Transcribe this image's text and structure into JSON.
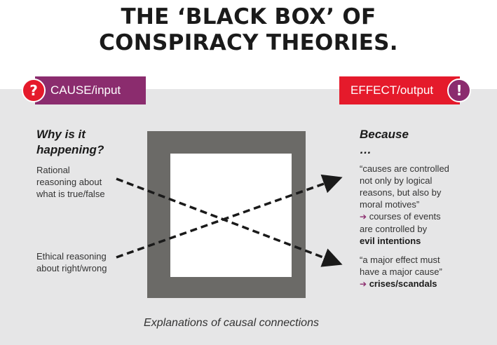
{
  "title": {
    "line1": "THE ‘BLACK BOX’ OF",
    "line2": "CONSPIRACY THEORIES."
  },
  "cause": {
    "badge": "?",
    "label": "CAUSE/input",
    "question_line1": "Why is it",
    "question_line2": "happening?",
    "rational": [
      "Rational",
      "reasoning about",
      "what is true/false"
    ],
    "ethical": [
      "Ethical reasoning",
      "about right/wrong"
    ]
  },
  "effect": {
    "badge": "!",
    "label": "EFFECT/output",
    "because_line1": "Because",
    "because_line2": "…",
    "quote1": [
      "“causes are controlled",
      "not only by logical",
      "reasons, but also by",
      "moral motives”"
    ],
    "result1_arrow": "➔",
    "result1_line1": "courses of events",
    "result1_line2": "are controlled by",
    "result1_line3": "evil intentions",
    "quote2": [
      "“a major effect must",
      "have a major cause”"
    ],
    "result2_arrow": "➔",
    "result2": "crises/scandals"
  },
  "caption": "Explanations of causal connections",
  "colors": {
    "cause_tag": "#8b2c6e",
    "effect_tag": "#e51a2b",
    "box": "#6b6a67",
    "panel": "#e6e6e7"
  },
  "icons": [
    "question-mark-icon",
    "exclamation-mark-icon",
    "dashed-arrow-icon"
  ]
}
